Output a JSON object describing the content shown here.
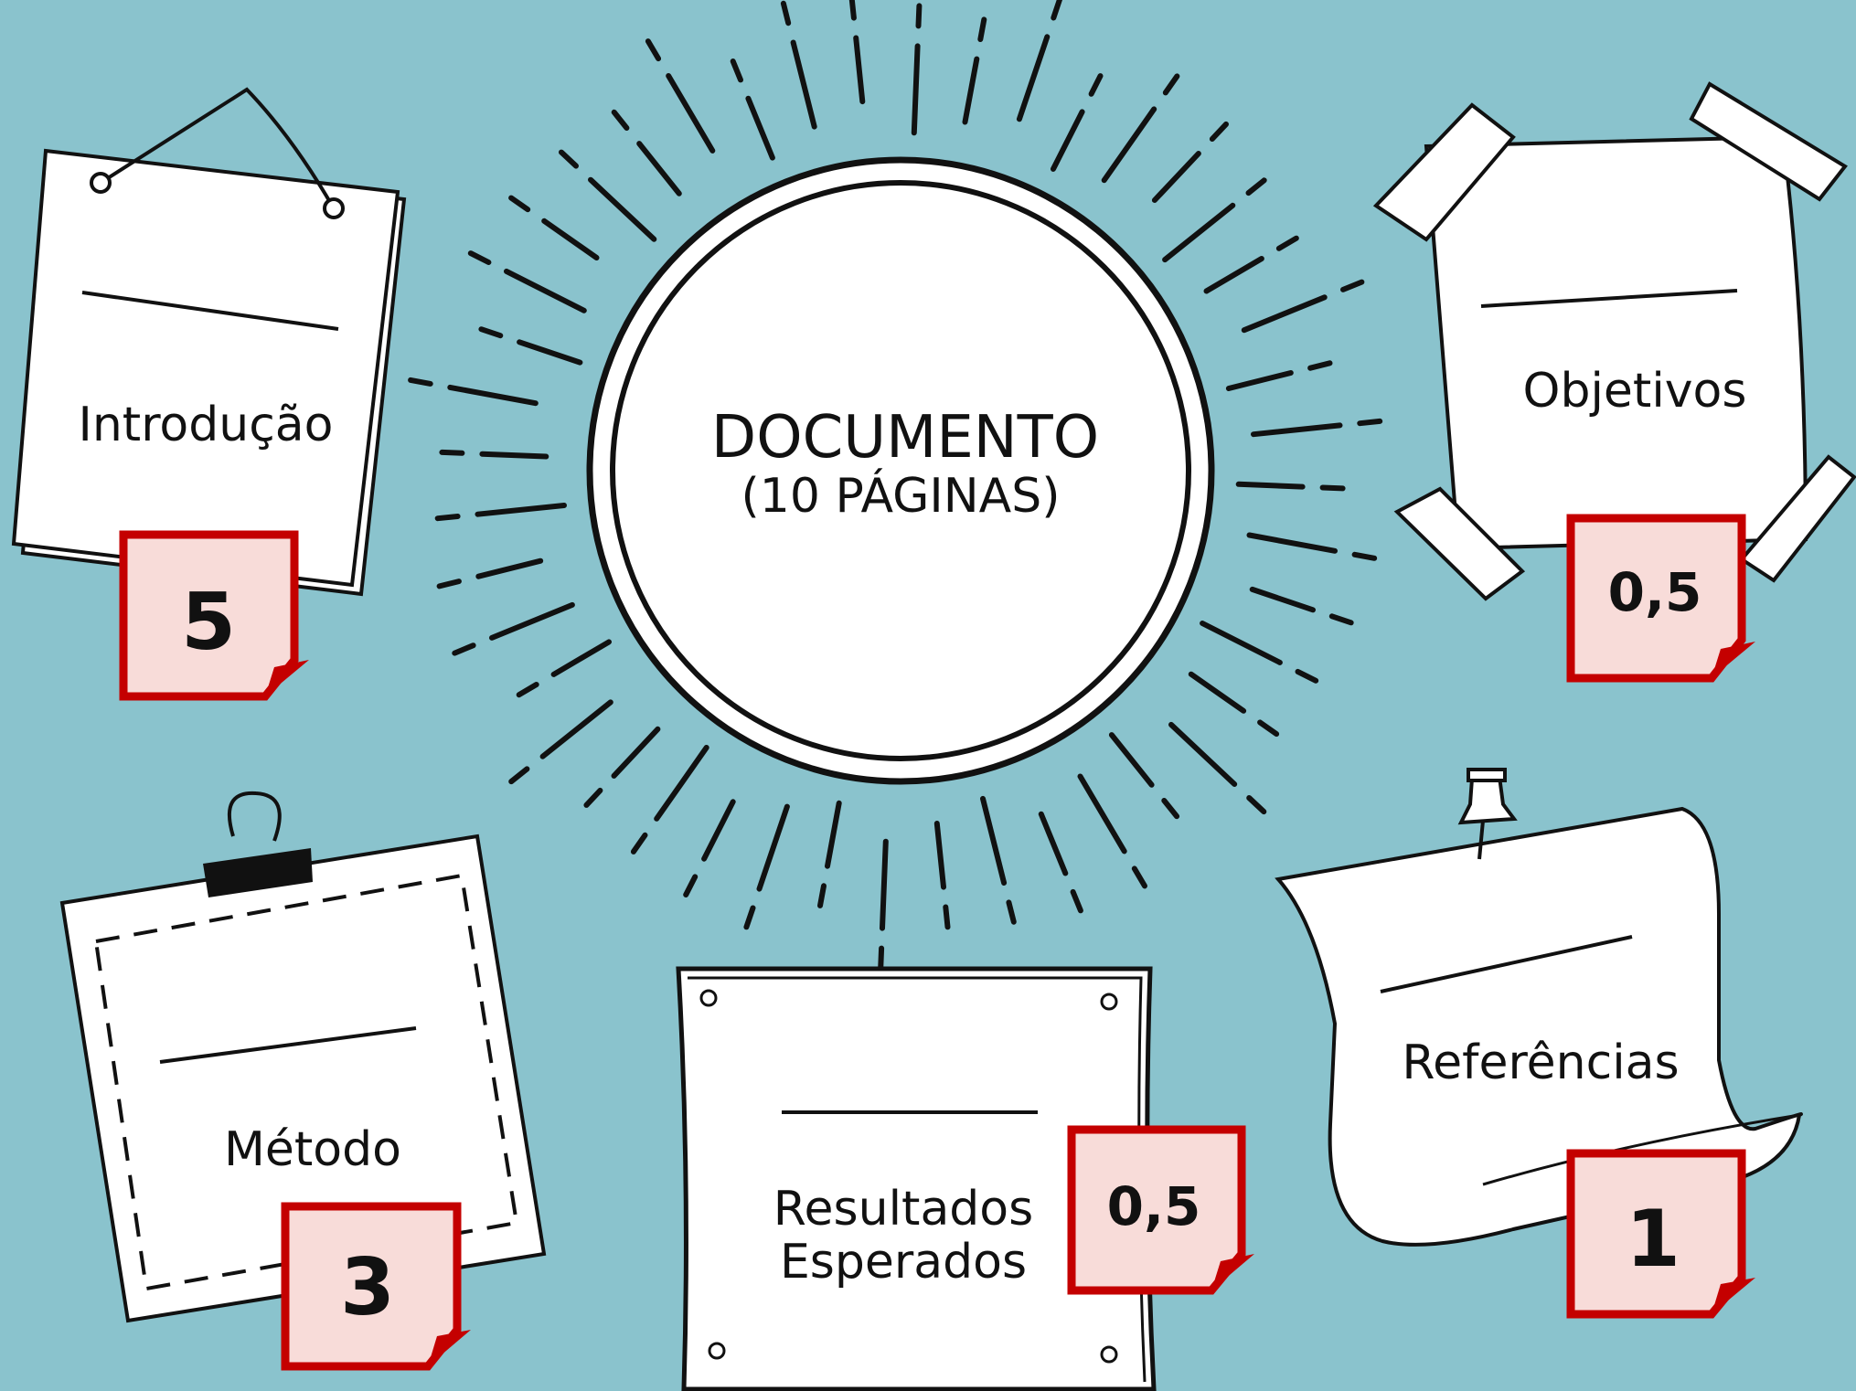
{
  "center": {
    "line1": "DOCUMENTO",
    "line2": "(10 PÁGINAS)"
  },
  "cards": [
    {
      "id": "introducao",
      "label": "Introdução",
      "badge": "5"
    },
    {
      "id": "objetivos",
      "label": "Objetivos",
      "badge": "0,5"
    },
    {
      "id": "metodo",
      "label": "Método",
      "badge": "3"
    },
    {
      "id": "resultados",
      "label_line1": "Resultados",
      "label_line2": "Esperados",
      "badge": "0,5"
    },
    {
      "id": "referencias",
      "label": "Referências",
      "badge": "1"
    }
  ],
  "colors": {
    "background": "#8ac3cd",
    "badge_fill": "#f8dcd9",
    "badge_border": "#c40000",
    "paper": "#ffffff",
    "ink": "#111111"
  }
}
